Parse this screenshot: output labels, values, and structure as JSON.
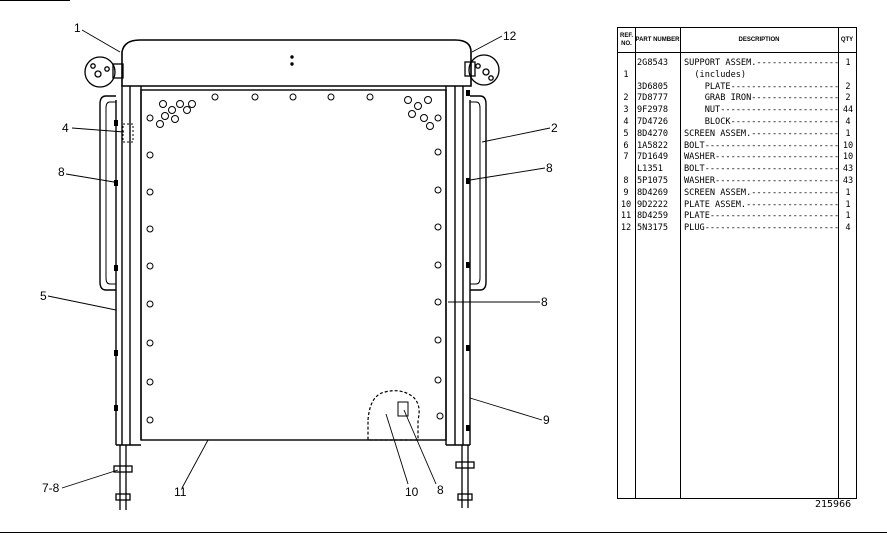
{
  "diagram": {
    "callouts": [
      {
        "id": "c1",
        "label": "1"
      },
      {
        "id": "c12",
        "label": "12"
      },
      {
        "id": "c4",
        "label": "4"
      },
      {
        "id": "c2",
        "label": "2"
      },
      {
        "id": "c8a",
        "label": "8"
      },
      {
        "id": "c8b",
        "label": "8"
      },
      {
        "id": "c5",
        "label": "5"
      },
      {
        "id": "c8c",
        "label": "8"
      },
      {
        "id": "c9",
        "label": "9"
      },
      {
        "id": "c78",
        "label": "7-8"
      },
      {
        "id": "c11",
        "label": "11"
      },
      {
        "id": "c10",
        "label": "10"
      },
      {
        "id": "c8d",
        "label": "8"
      }
    ]
  },
  "table": {
    "headers": {
      "ref": "REF. NO.",
      "part": "PART NUMBER",
      "desc": "DESCRIPTION",
      "qty": "QTY"
    },
    "rows": [
      {
        "ref": "",
        "part": "2G8543",
        "desc": "SUPPORT ASSEM.",
        "qty": "1",
        "leader": true
      },
      {
        "ref": "1",
        "part": "",
        "desc": "  (includes)",
        "qty": "",
        "leader": false
      },
      {
        "ref": "",
        "part": "3D6805",
        "desc": "    PLATE",
        "qty": "2",
        "leader": true
      },
      {
        "ref": "2",
        "part": "7D8777",
        "desc": "    GRAB IRON",
        "qty": "2",
        "leader": true
      },
      {
        "ref": "3",
        "part": "9F2978",
        "desc": "    NUT",
        "qty": "44",
        "leader": true
      },
      {
        "ref": "4",
        "part": "7D4726",
        "desc": "    BLOCK",
        "qty": "4",
        "leader": true
      },
      {
        "ref": "5",
        "part": "8D4270",
        "desc": "SCREEN ASSEM.",
        "qty": "1",
        "leader": true
      },
      {
        "ref": "6",
        "part": "1A5822",
        "desc": "BOLT",
        "qty": "10",
        "leader": true
      },
      {
        "ref": "7",
        "part": "7D1649",
        "desc": "WASHER",
        "qty": "10",
        "leader": true
      },
      {
        "ref": "",
        "part": "L1351",
        "desc": "BOLT",
        "qty": "43",
        "leader": true
      },
      {
        "ref": "8",
        "part": "5P1075",
        "desc": "WASHER",
        "qty": "43",
        "leader": true
      },
      {
        "ref": "9",
        "part": "8D4269",
        "desc": "SCREEN ASSEM.",
        "qty": "1",
        "leader": true
      },
      {
        "ref": "10",
        "part": "9D2222",
        "desc": "PLATE ASSEM.",
        "qty": "1",
        "leader": true
      },
      {
        "ref": "11",
        "part": "8D4259",
        "desc": "PLATE",
        "qty": "1",
        "leader": true
      },
      {
        "ref": "12",
        "part": "5N3175",
        "desc": "PLUG",
        "qty": "4",
        "leader": true
      }
    ]
  },
  "drawing_number": "215966"
}
